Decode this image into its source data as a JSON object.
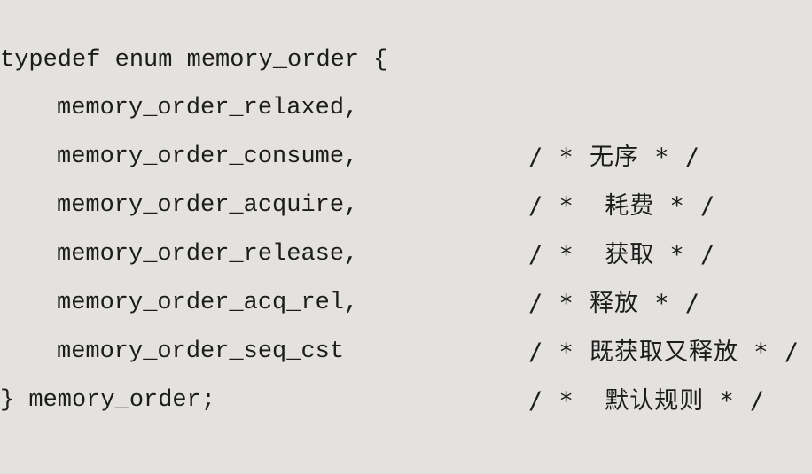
{
  "code": {
    "open_line": "typedef enum memory_order {",
    "members": [
      {
        "name": "memory_order_relaxed,",
        "comment": "/ * 无序 * /"
      },
      {
        "name": "memory_order_consume,",
        "comment": "/ *  耗费 * /"
      },
      {
        "name": "memory_order_acquire,",
        "comment": "/ *  获取 * /"
      },
      {
        "name": "memory_order_release,",
        "comment": "/ * 释放 * /"
      },
      {
        "name": "memory_order_acq_rel,",
        "comment": "/ * 既获取又释放 * /"
      },
      {
        "name": "memory_order_seq_cst",
        "comment": "/ *  默认规则 * /"
      }
    ],
    "close_line": "} memory_order;"
  }
}
